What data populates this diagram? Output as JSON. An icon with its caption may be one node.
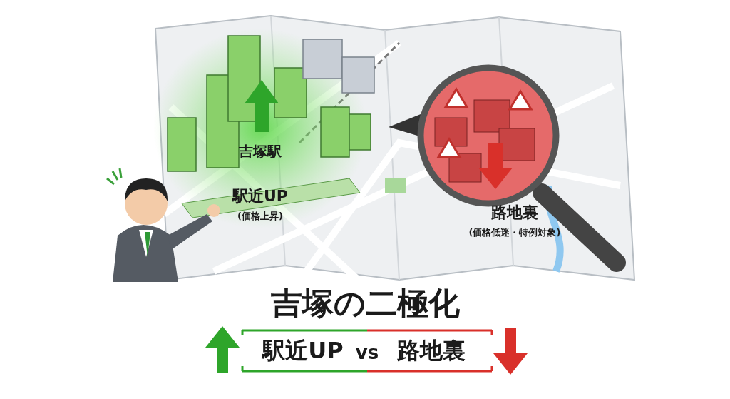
{
  "diagram": {
    "title": "吉塚の二極化",
    "labels": [
      "吉塚駅",
      "駅近UP",
      "(価格上昇)",
      "路地裏",
      "(価格低迷・特例対象)",
      "駅近UP",
      "vs",
      "路地裏"
    ]
  }
}
